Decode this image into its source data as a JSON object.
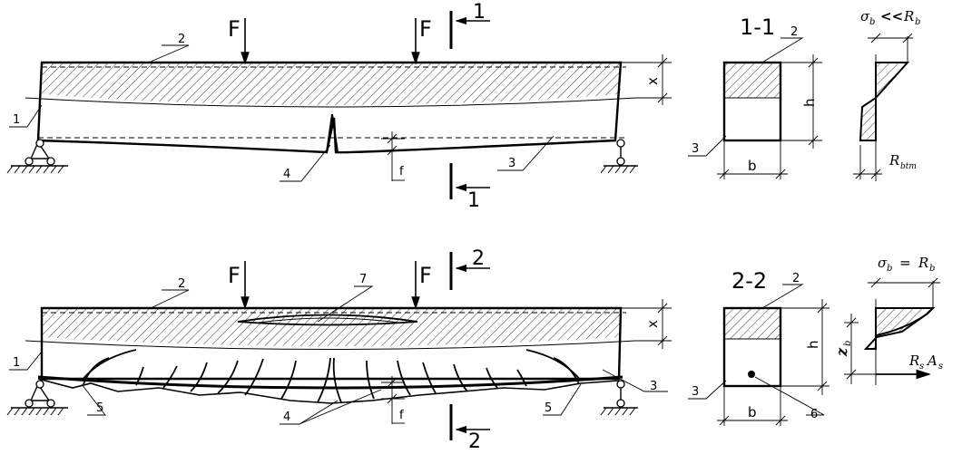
{
  "labels": {
    "force": "F",
    "n1": "1",
    "n2": "2",
    "n3": "3",
    "n4": "4",
    "n5": "5",
    "n6": "6",
    "n7": "7",
    "x": "x",
    "f": "f",
    "h": "h",
    "b": "b"
  },
  "section_top": {
    "title": "1-1",
    "cut_mark": "1",
    "stress_formula_main": "σ",
    "stress_formula_sub": "b",
    "stress_relation": "<<",
    "stress_R": "R",
    "stress_R_sub": "b",
    "tension_R": "R",
    "tension_R_sub": "btm"
  },
  "section_bottom": {
    "title": "2-2",
    "cut_mark": "2",
    "stress_formula_main": "σ",
    "stress_formula_sub": "b",
    "stress_relation": "=",
    "stress_R": "R",
    "stress_R_sub": "b",
    "arm_z": "z",
    "arm_z_sub": "b",
    "steel_R": "R",
    "steel_R_sub": "s",
    "steel_A": "A",
    "steel_A_sub": "s"
  }
}
